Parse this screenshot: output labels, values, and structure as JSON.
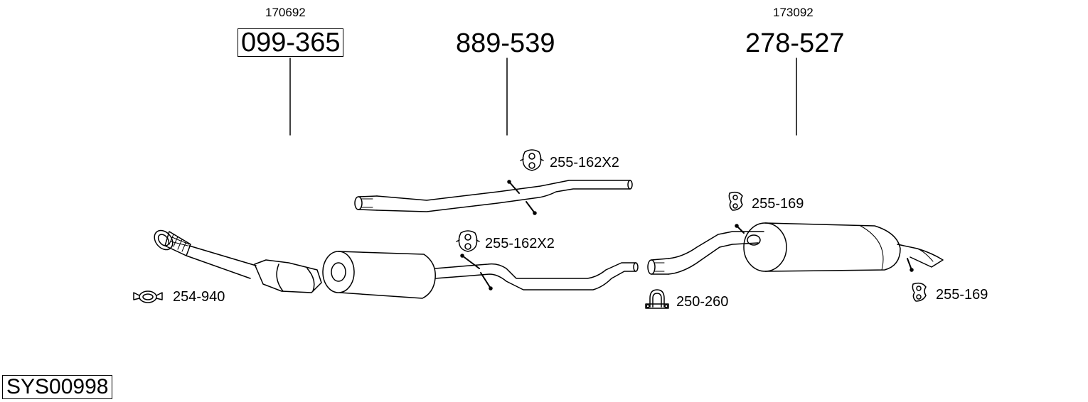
{
  "diagram": {
    "system_id": "SYS00998",
    "sections": [
      {
        "ref": "170692",
        "part_number": "099-365"
      },
      {
        "ref": "",
        "part_number": "889-539"
      },
      {
        "ref": "173092",
        "part_number": "278-527"
      }
    ],
    "accessories": [
      {
        "part_number": "255-162X2",
        "icon": "rubber-hanger-icon"
      },
      {
        "part_number": "255-162X2",
        "icon": "rubber-hanger-icon"
      },
      {
        "part_number": "254-940",
        "icon": "flange-clamp-icon"
      },
      {
        "part_number": "255-169",
        "icon": "rubber-hanger-icon"
      },
      {
        "part_number": "255-169",
        "icon": "rubber-hanger-icon"
      },
      {
        "part_number": "250-260",
        "icon": "u-bolt-clamp-icon"
      }
    ]
  }
}
